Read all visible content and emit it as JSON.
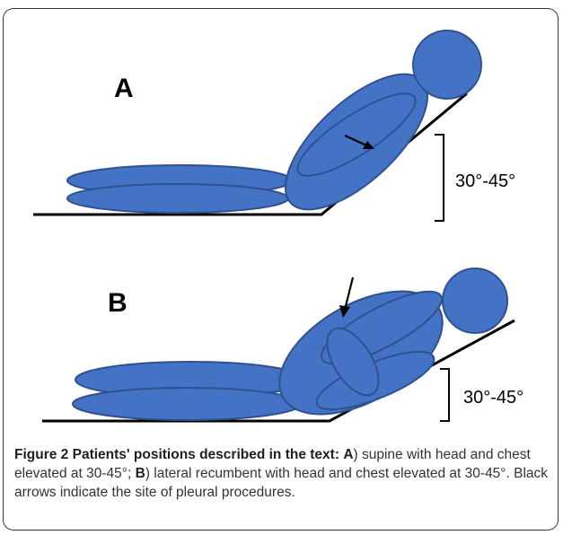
{
  "figure": {
    "panels": [
      {
        "letter": "A",
        "angle_label": "30°-45°",
        "posture": "supine"
      },
      {
        "letter": "B",
        "angle_label": "30°-45°",
        "posture": "lateral recumbent"
      }
    ],
    "colors": {
      "body_fill": "#4472c4",
      "body_outline": "#2f528f",
      "line": "#000000",
      "frame": "#3a3a3a"
    },
    "icons": [
      "black-arrow-icon"
    ]
  },
  "caption": {
    "label": "Figure 2",
    "title": "Patients' positions described in the text:",
    "a_letter": "A",
    "a_text": ") supine with head and chest elevated at 30-45°; ",
    "b_letter": "B",
    "b_text": ") lateral recumbent with head and chest elevated at 30-45°. Black arrows indicate the site of pleural procedures."
  }
}
